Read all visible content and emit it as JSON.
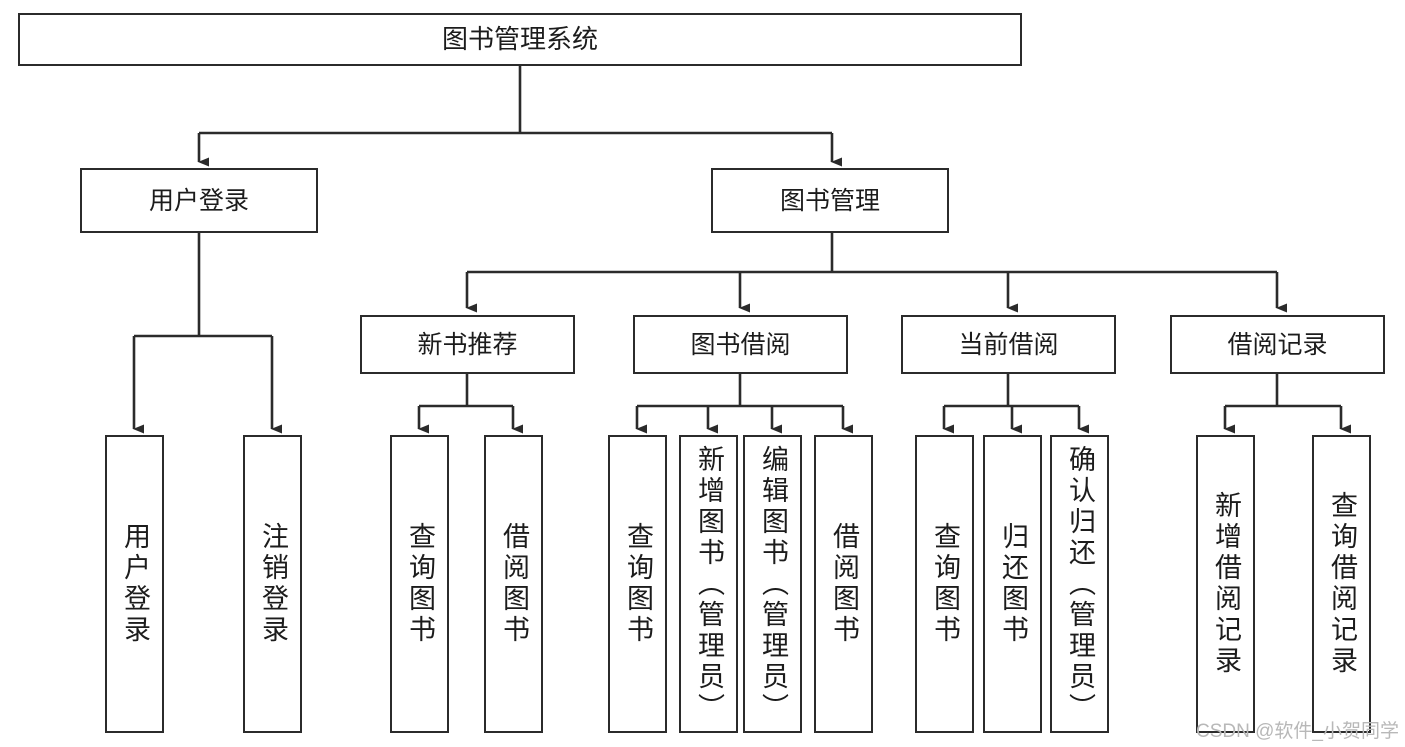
{
  "diagram": {
    "type": "tree",
    "title": "图书管理系统",
    "style": {
      "box_border_color": "#2b2b2b",
      "box_fill_color": "#ffffff",
      "edge_color": "#2b2b2b",
      "text_color": "#1c1c1c",
      "background": "#ffffff",
      "watermark_color": "#b8b8b8"
    },
    "levels": {
      "root": "图书管理系统",
      "level2": [
        "用户登录",
        "图书管理"
      ],
      "level3": [
        "新书推荐",
        "图书借阅",
        "当前借阅",
        "借阅记录"
      ],
      "leaves": [
        "用户登录",
        "注销登录",
        "查询图书",
        "借阅图书",
        "查询图书",
        "新增图书（管理员）",
        "编辑图书（管理员）",
        "借阅图书",
        "查询图书",
        "归还图书",
        "确认归还（管理员）",
        "新增借阅记录",
        "查询借阅记录"
      ]
    },
    "nodes": {
      "root": {
        "label": "图书管理系统"
      },
      "user_login": {
        "label": "用户登录"
      },
      "book_manage": {
        "label": "图书管理"
      },
      "new_book_rec": {
        "label": "新书推荐"
      },
      "book_borrow": {
        "label": "图书借阅"
      },
      "current_borrow": {
        "label": "当前借阅"
      },
      "borrow_record": {
        "label": "借阅记录"
      },
      "leaf_user_login": {
        "label": "用户登录"
      },
      "leaf_logout": {
        "label": "注销登录"
      },
      "leaf_query_book_1": {
        "label": "查询图书"
      },
      "leaf_borrow_book_1": {
        "label": "借阅图书"
      },
      "leaf_query_book_2": {
        "label": "查询图书"
      },
      "leaf_add_book": {
        "label": "新增图书（管理员）"
      },
      "leaf_edit_book": {
        "label": "编辑图书（管理员）"
      },
      "leaf_borrow_book_2": {
        "label": "借阅图书"
      },
      "leaf_query_book_3": {
        "label": "查询图书"
      },
      "leaf_return_book": {
        "label": "归还图书"
      },
      "leaf_confirm_return": {
        "label": "确认归还（管理员）"
      },
      "leaf_add_record": {
        "label": "新增借阅记录"
      },
      "leaf_query_record": {
        "label": "查询借阅记录"
      }
    },
    "edges": [
      {
        "from": "root",
        "to": "user_login"
      },
      {
        "from": "root",
        "to": "book_manage"
      },
      {
        "from": "user_login",
        "to": "leaf_user_login"
      },
      {
        "from": "user_login",
        "to": "leaf_logout"
      },
      {
        "from": "book_manage",
        "to": "new_book_rec"
      },
      {
        "from": "book_manage",
        "to": "book_borrow"
      },
      {
        "from": "book_manage",
        "to": "current_borrow"
      },
      {
        "from": "book_manage",
        "to": "borrow_record"
      },
      {
        "from": "new_book_rec",
        "to": "leaf_query_book_1"
      },
      {
        "from": "new_book_rec",
        "to": "leaf_borrow_book_1"
      },
      {
        "from": "book_borrow",
        "to": "leaf_query_book_2"
      },
      {
        "from": "book_borrow",
        "to": "leaf_add_book"
      },
      {
        "from": "book_borrow",
        "to": "leaf_edit_book"
      },
      {
        "from": "book_borrow",
        "to": "leaf_borrow_book_2"
      },
      {
        "from": "current_borrow",
        "to": "leaf_query_book_3"
      },
      {
        "from": "current_borrow",
        "to": "leaf_return_book"
      },
      {
        "from": "current_borrow",
        "to": "leaf_confirm_return"
      },
      {
        "from": "borrow_record",
        "to": "leaf_add_record"
      },
      {
        "from": "borrow_record",
        "to": "leaf_query_record"
      }
    ]
  },
  "watermark": {
    "text": "CSDN @软件_小贺同学"
  }
}
